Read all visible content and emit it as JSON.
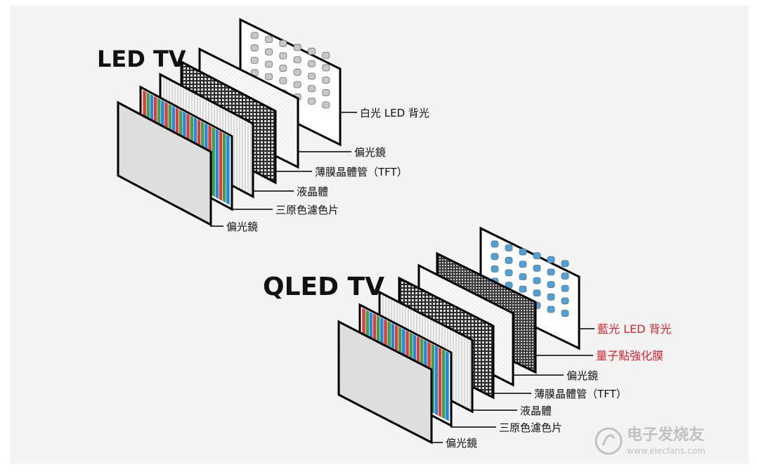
{
  "led": {
    "title": "LED TV",
    "labels": {
      "backlight": "白光 LED 背光",
      "rear_polarizer": "偏光鏡",
      "tft": "薄膜晶體管（TFT）",
      "liquid_crystal": "液晶體",
      "color_filter": "三原色濾色片",
      "front_polarizer": "偏光鏡"
    },
    "backlight_color": "#c8c8c8"
  },
  "qled": {
    "title": "QLED TV",
    "labels": {
      "backlight": "藍光 LED 背光",
      "quantum_dot": "量子點強化膜",
      "rear_polarizer": "偏光鏡",
      "tft": "薄膜晶體管（TFT）",
      "liquid_crystal": "液晶體",
      "color_filter": "三原色濾色片",
      "front_polarizer": "偏光鏡"
    },
    "backlight_color": "#4aa3df"
  },
  "watermark": {
    "brand": "电子发烧友",
    "url": "www.elecfans.com"
  },
  "colors": {
    "background": "#f3f3f3",
    "panel_border": "#000000",
    "highlight_label": "#d9232d",
    "normal_label": "#111111",
    "filter_red": "#e53935",
    "filter_green": "#43a047",
    "filter_blue": "#1e88e5"
  }
}
